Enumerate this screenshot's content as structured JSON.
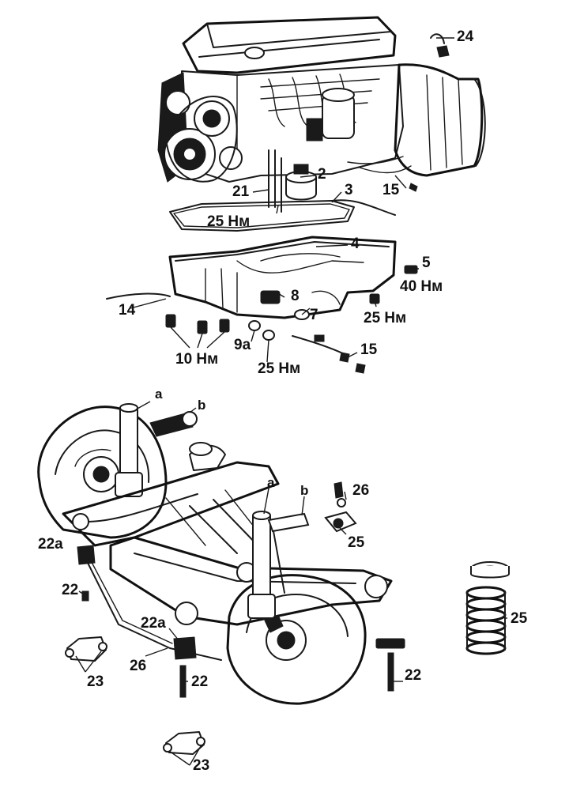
{
  "figure": {
    "engine_callouts": {
      "c24": "24",
      "c2": "2",
      "c21": "21",
      "c3": "3",
      "c15_top": "15",
      "c25nm_gasket": "25 Нм",
      "c4": "4",
      "c5": "5",
      "c40nm": "40 Нм",
      "c14": "14",
      "c8": "8",
      "c7": "7",
      "c25nm_right": "25 Нм",
      "c9a": "9а",
      "c10nm": "10 Нм",
      "c25nm_center": "25 Нм",
      "c15_bottom": "15"
    },
    "suspension_callouts": {
      "a_left": "a",
      "b_left": "b",
      "a_right": "a",
      "b_right": "b",
      "c26_top": "26",
      "c25_mount": "25",
      "c22a_left": "22а",
      "c22_left": "22",
      "c22a_center": "22а",
      "c26_bottom": "26",
      "c23_left": "23",
      "c22_center": "22",
      "c22_right": "22",
      "c25_spring": "25",
      "c23_bottom": "23"
    }
  }
}
